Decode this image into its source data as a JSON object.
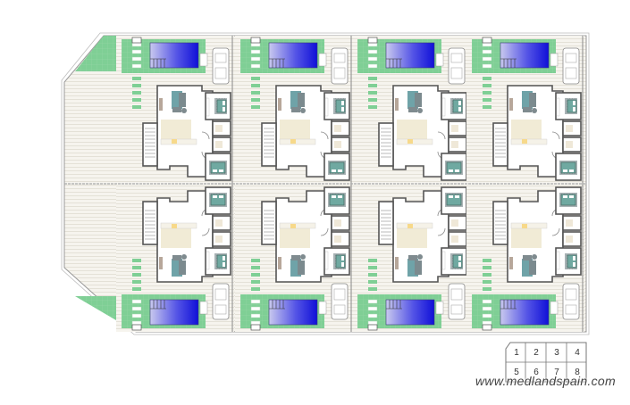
{
  "diagram": {
    "type": "site-plan",
    "subject": "8 semi-detached villas, ground floor plans with private pools and parking",
    "layout": {
      "columns": 4,
      "rows": 2,
      "top_row_pool_position": "top",
      "bottom_row_pool_position": "bottom"
    },
    "plots": [
      {
        "id": 1,
        "row": 1,
        "col": 1
      },
      {
        "id": 2,
        "row": 1,
        "col": 2
      },
      {
        "id": 3,
        "row": 1,
        "col": 3
      },
      {
        "id": 4,
        "row": 1,
        "col": 4
      },
      {
        "id": 5,
        "row": 2,
        "col": 1
      },
      {
        "id": 6,
        "row": 2,
        "col": 2
      },
      {
        "id": 7,
        "row": 2,
        "col": 3
      },
      {
        "id": 8,
        "row": 2,
        "col": 4
      }
    ],
    "plot_features": [
      "swimming-pool",
      "lawn",
      "stepping-stones",
      "car-parking",
      "living-room",
      "kitchen-dining",
      "staircase",
      "2-bedrooms",
      "2-bathrooms",
      "terrace"
    ],
    "colors": {
      "pool": "#1a1adb",
      "lawn": "#7fcf95",
      "bed": "#6fa9a1",
      "wall": "#555555",
      "terrace": "#f3f1ea"
    }
  },
  "key_map": {
    "cells": [
      "1",
      "2",
      "3",
      "4",
      "5",
      "6",
      "7",
      "8"
    ]
  },
  "watermark": {
    "text": "www.medlandspain.com"
  }
}
